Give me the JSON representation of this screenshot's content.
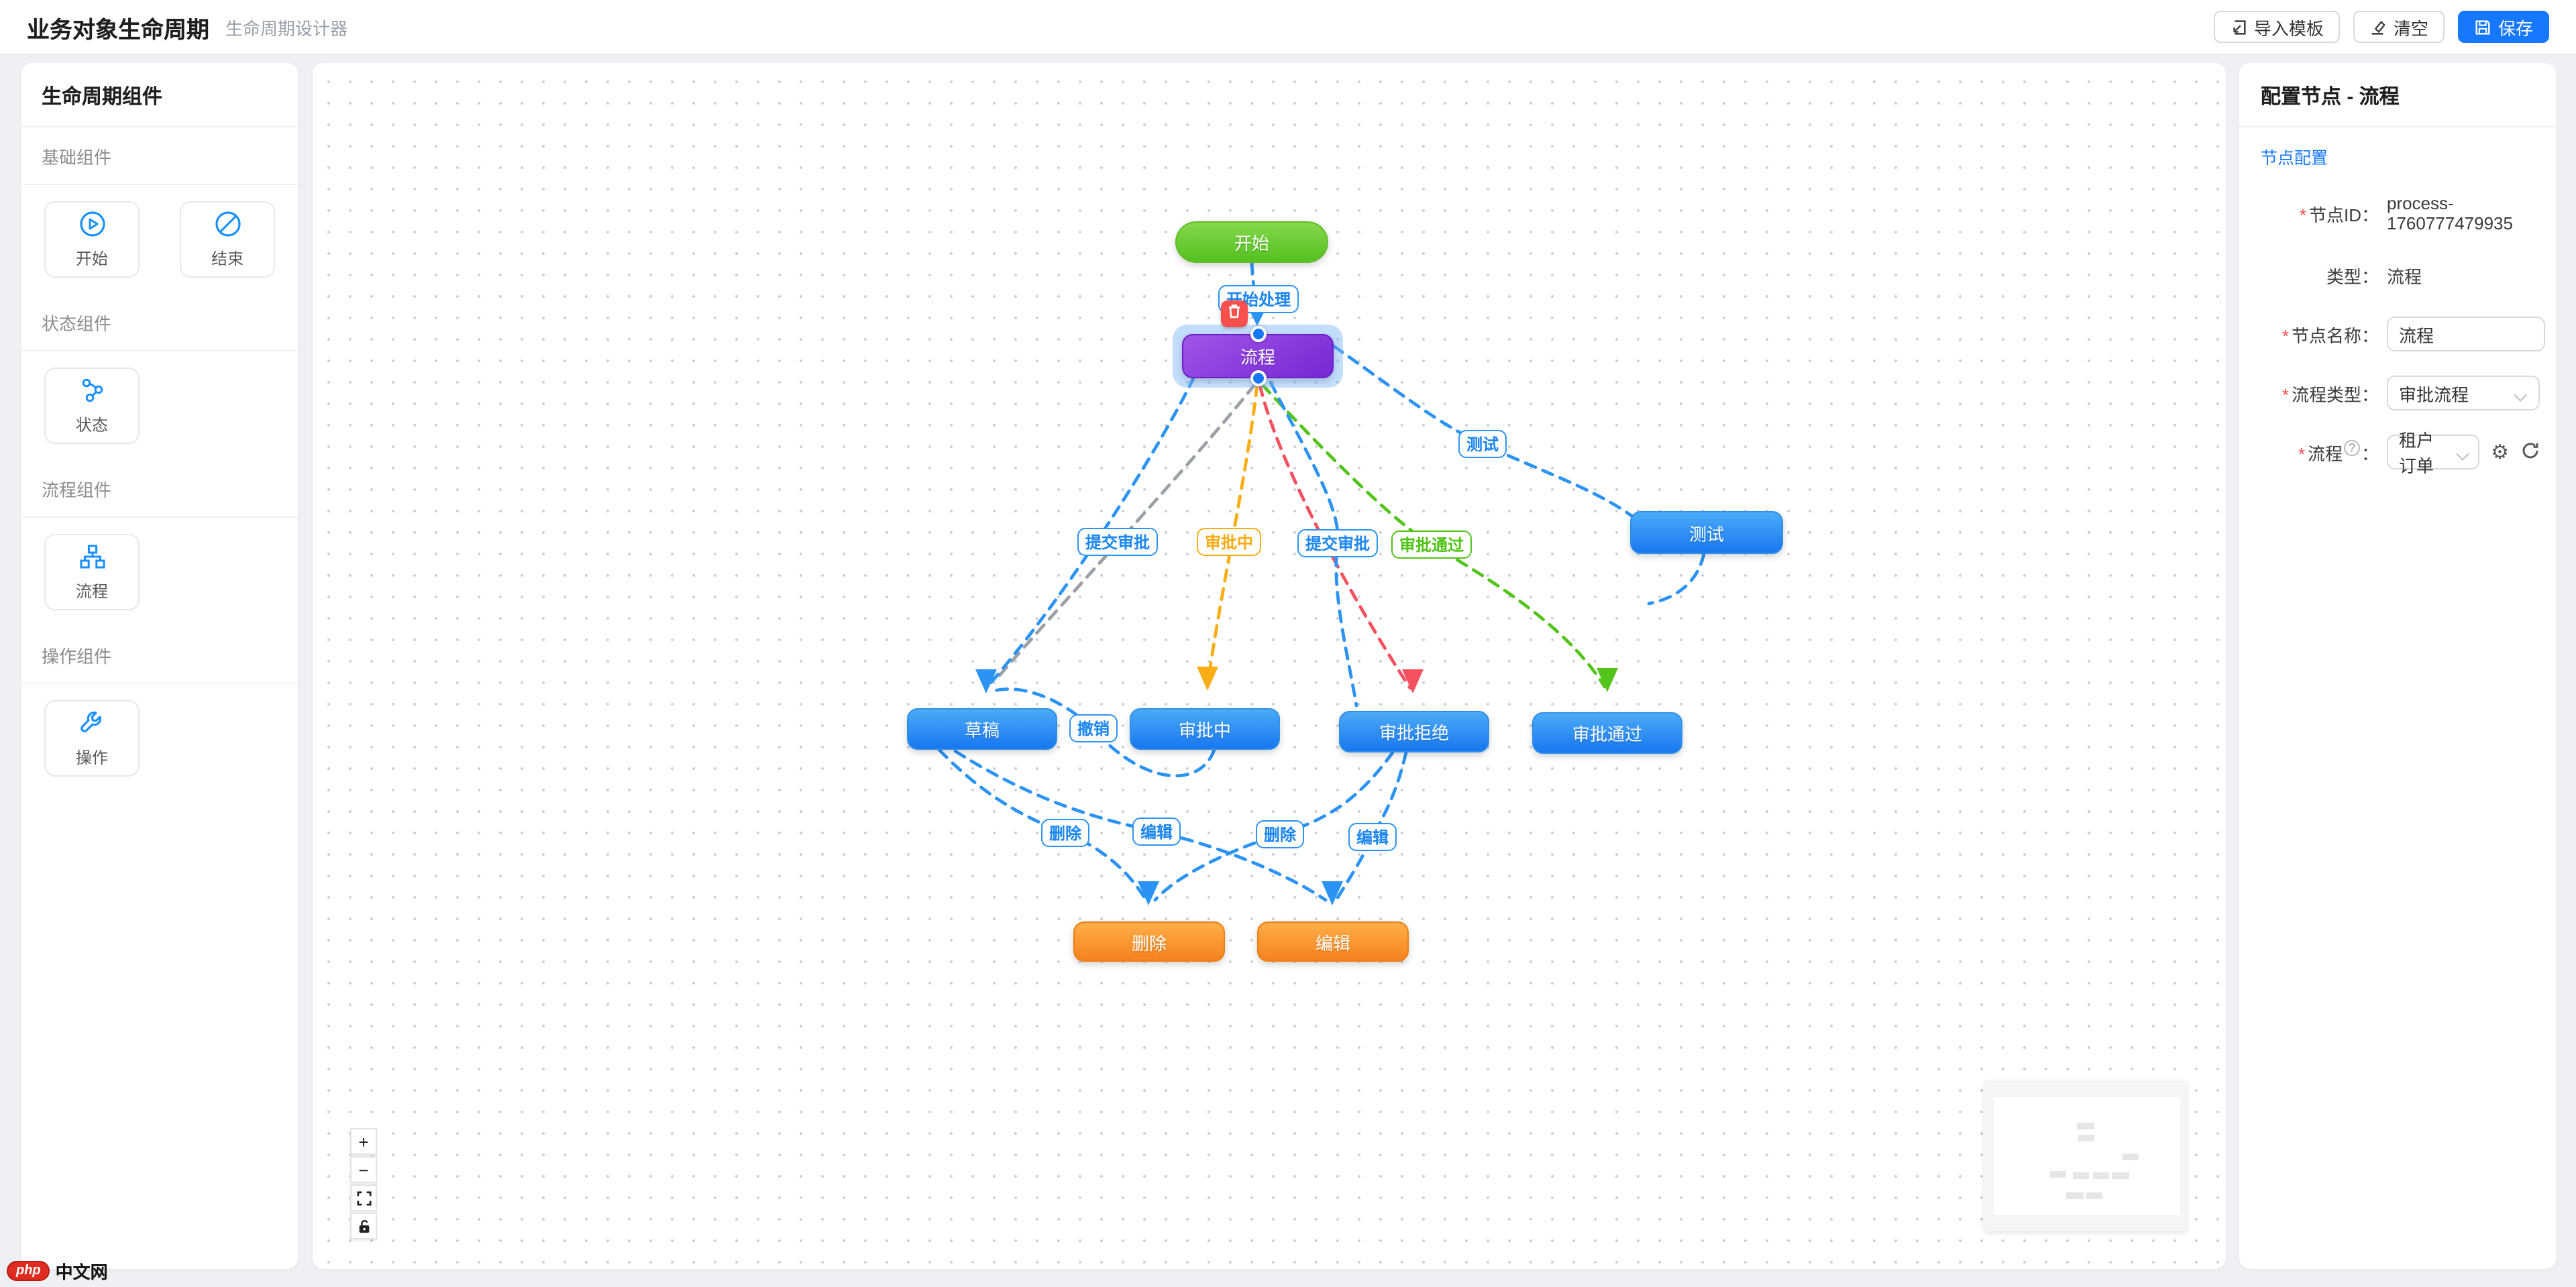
{
  "header": {
    "title": "业务对象生命周期",
    "subtitle": "生命周期设计器",
    "import_button": "导入模板",
    "clear_button": "清空",
    "save_button": "保存"
  },
  "sidebar": {
    "title": "生命周期组件",
    "sections": [
      {
        "label": "基础组件",
        "items": [
          {
            "icon": "play-circle-icon",
            "label": "开始"
          },
          {
            "icon": "stop-icon",
            "label": "结束"
          }
        ]
      },
      {
        "label": "状态组件",
        "items": [
          {
            "icon": "state-icon",
            "label": "状态"
          }
        ]
      },
      {
        "label": "流程组件",
        "items": [
          {
            "icon": "flow-icon",
            "label": "流程"
          }
        ]
      },
      {
        "label": "操作组件",
        "items": [
          {
            "icon": "tool-icon",
            "label": "操作"
          }
        ]
      }
    ]
  },
  "canvas": {
    "nodes": {
      "start": "开始",
      "process": "流程",
      "test": "测试",
      "draft": "草稿",
      "approving": "审批中",
      "rejected": "审批拒绝",
      "approved": "审批通过",
      "delete": "删除",
      "edit": "编辑"
    },
    "edge_labels": {
      "start_process": "开始处理",
      "submit1": "提交审批",
      "approving": "审批中",
      "submit2": "提交审批",
      "pass": "审批通过",
      "test": "测试",
      "revoke": "撤销",
      "delete1": "删除",
      "edit1": "编辑",
      "delete2": "删除",
      "edit2": "编辑"
    },
    "colors": {
      "edge_blue": "#2b93f3",
      "edge_orange": "#faad14",
      "edge_red": "#f5505e",
      "edge_green": "#52c41a",
      "edge_gray": "#9aa0a6",
      "node_green": "#53c120",
      "node_purple": "#7527d4",
      "node_blue": "#1877f0",
      "node_orange": "#f5821f",
      "accent": "#1677ff"
    }
  },
  "panel": {
    "title": "配置节点 - 流程",
    "tab": "节点配置",
    "node_id_label": "节点ID：",
    "node_id_value": "process-1760777479935",
    "type_label": "类型：",
    "type_value": "流程",
    "name_label": "节点名称：",
    "name_value": "流程",
    "flow_type_label": "流程类型：",
    "flow_type_value": "审批流程",
    "flow_label": "流程",
    "flow_colon": "：",
    "flow_value": "租户订单"
  },
  "watermark": {
    "badge": "php",
    "text": "中文网"
  }
}
